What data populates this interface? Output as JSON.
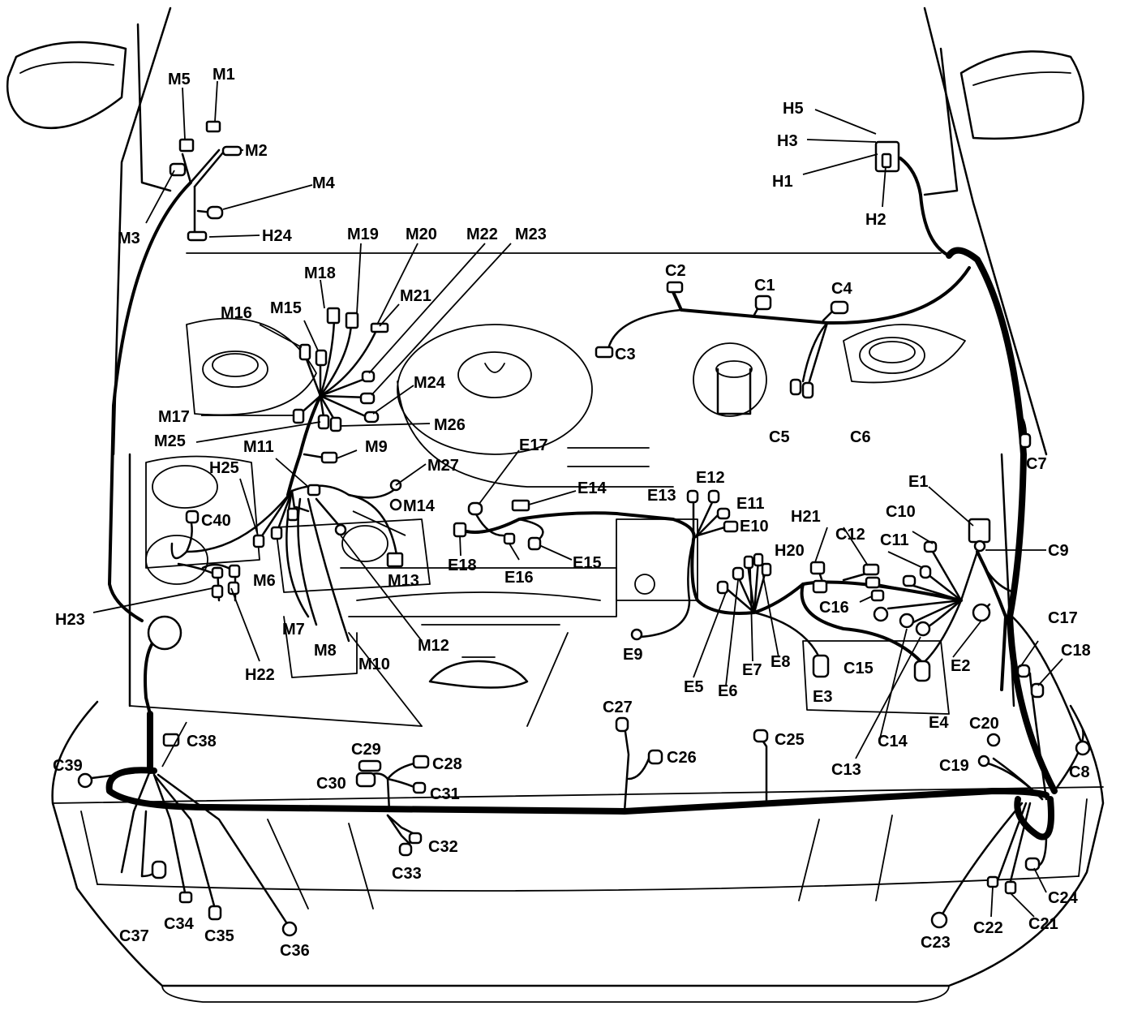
{
  "labels": {
    "M1": "M1",
    "M2": "M2",
    "M3": "M3",
    "M4": "M4",
    "M5": "M5",
    "M6": "M6",
    "M7": "M7",
    "M8": "M8",
    "M9": "M9",
    "M10": "M10",
    "M11": "M11",
    "M12": "M12",
    "M13": "M13",
    "M14": "M14",
    "M15": "M15",
    "M16": "M16",
    "M17": "M17",
    "M18": "M18",
    "M19": "M19",
    "M20": "M20",
    "M21": "M21",
    "M22": "M22",
    "M23": "M23",
    "M24": "M24",
    "M25": "M25",
    "M26": "M26",
    "M27": "M27",
    "H1": "H1",
    "H2": "H2",
    "H3": "H3",
    "H5": "H5",
    "H20": "H20",
    "H21": "H21",
    "H22": "H22",
    "H23": "H23",
    "H24": "H24",
    "H25": "H25",
    "E1": "E1",
    "E2": "E2",
    "E3": "E3",
    "E4": "E4",
    "E5": "E5",
    "E6": "E6",
    "E7": "E7",
    "E8": "E8",
    "E9": "E9",
    "E10": "E10",
    "E11": "E11",
    "E12": "E12",
    "E13": "E13",
    "E14": "E14",
    "E15": "E15",
    "E16": "E16",
    "E17": "E17",
    "E18": "E18",
    "C1": "C1",
    "C2": "C2",
    "C3": "C3",
    "C4": "C4",
    "C5": "C5",
    "C6": "C6",
    "C7": "C7",
    "C8": "C8",
    "C9": "C9",
    "C10": "C10",
    "C11": "C11",
    "C12": "C12",
    "C13": "C13",
    "C14": "C14",
    "C15": "C15",
    "C16": "C16",
    "C17": "C17",
    "C18": "C18",
    "C19": "C19",
    "C20": "C20",
    "C21": "C21",
    "C22": "C22",
    "C23": "C23",
    "C24": "C24",
    "C25": "C25",
    "C26": "C26",
    "C27": "C27",
    "C28": "C28",
    "C29": "C29",
    "C30": "C30",
    "C31": "C31",
    "C32": "C32",
    "C33": "C33",
    "C34": "C34",
    "C35": "C35",
    "C36": "C36",
    "C37": "C37",
    "C38": "C38",
    "C39": "C39",
    "C40": "C40"
  }
}
